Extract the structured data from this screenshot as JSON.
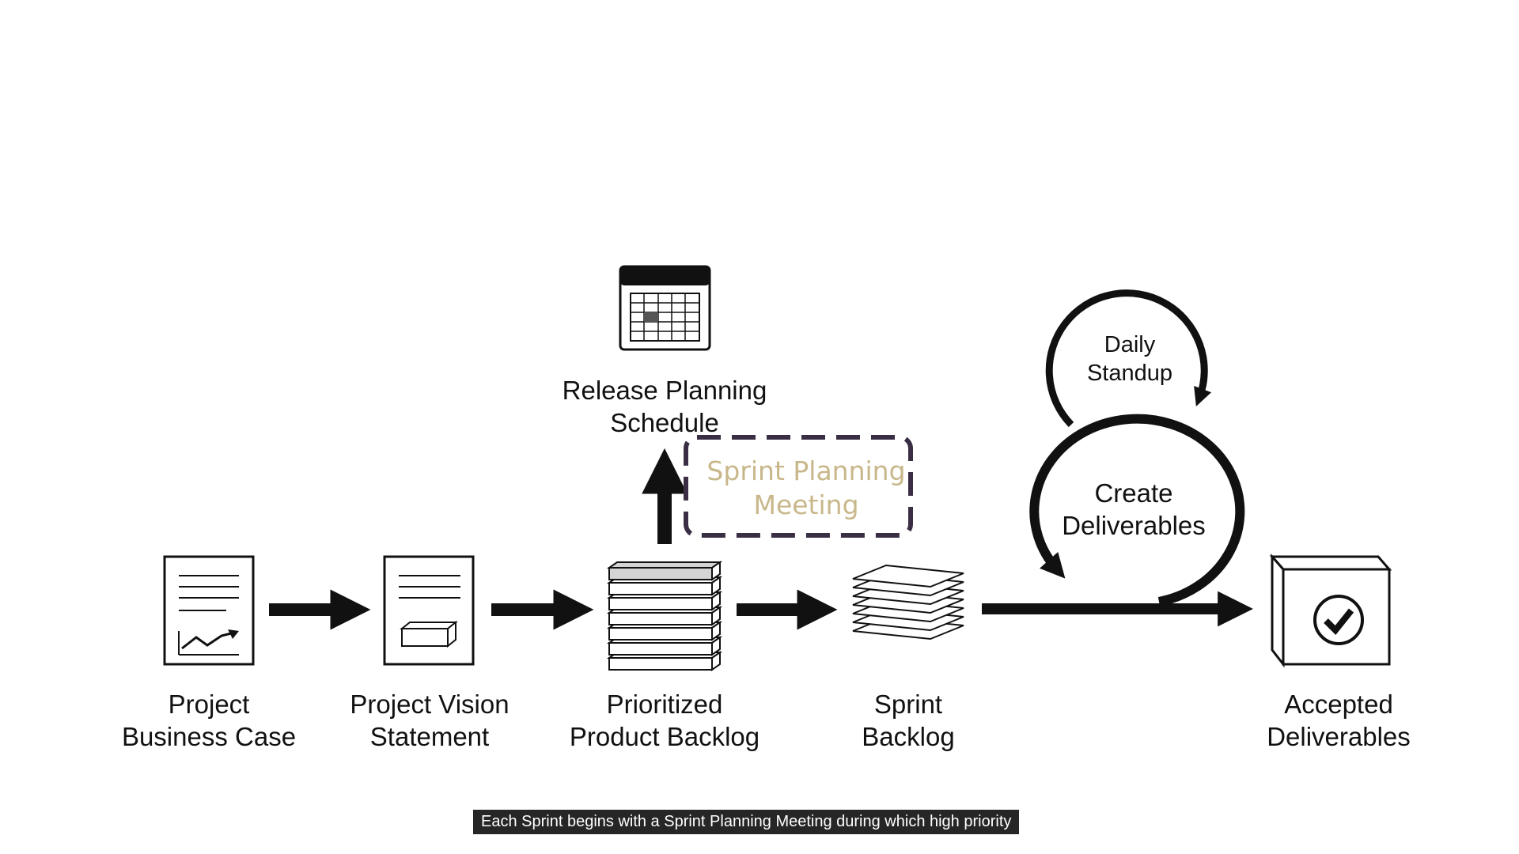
{
  "caption": "Each Sprint begins with a Sprint Planning Meeting during which high priority",
  "nodes": {
    "business_case": {
      "line1": "Project",
      "line2": "Business Case",
      "icon": "document-chart-icon"
    },
    "vision": {
      "line1": "Project Vision",
      "line2": "Statement",
      "icon": "document-box-icon"
    },
    "product_backlog": {
      "line1": "Prioritized",
      "line2": "Product Backlog",
      "icon": "stacked-items-icon"
    },
    "sprint_backlog": {
      "line1": "Sprint",
      "line2": "Backlog",
      "icon": "paper-stack-icon"
    },
    "accepted": {
      "line1": "Accepted",
      "line2": "Deliverables",
      "icon": "checked-box-icon"
    },
    "release": {
      "line1": "Release Planning",
      "line2": "Schedule",
      "icon": "calendar-icon"
    },
    "sprint_meeting": {
      "line1": "Sprint Planning",
      "line2": "Meeting"
    },
    "daily": {
      "line1": "Daily",
      "line2": "Standup"
    },
    "create": {
      "line1": "Create",
      "line2": "Deliverables"
    }
  },
  "colors": {
    "ink": "#111111",
    "meeting_border": "#3a2e44",
    "meeting_text": "#c8b78a",
    "caption_bg": "#262626",
    "caption_text": "#ffffff"
  }
}
